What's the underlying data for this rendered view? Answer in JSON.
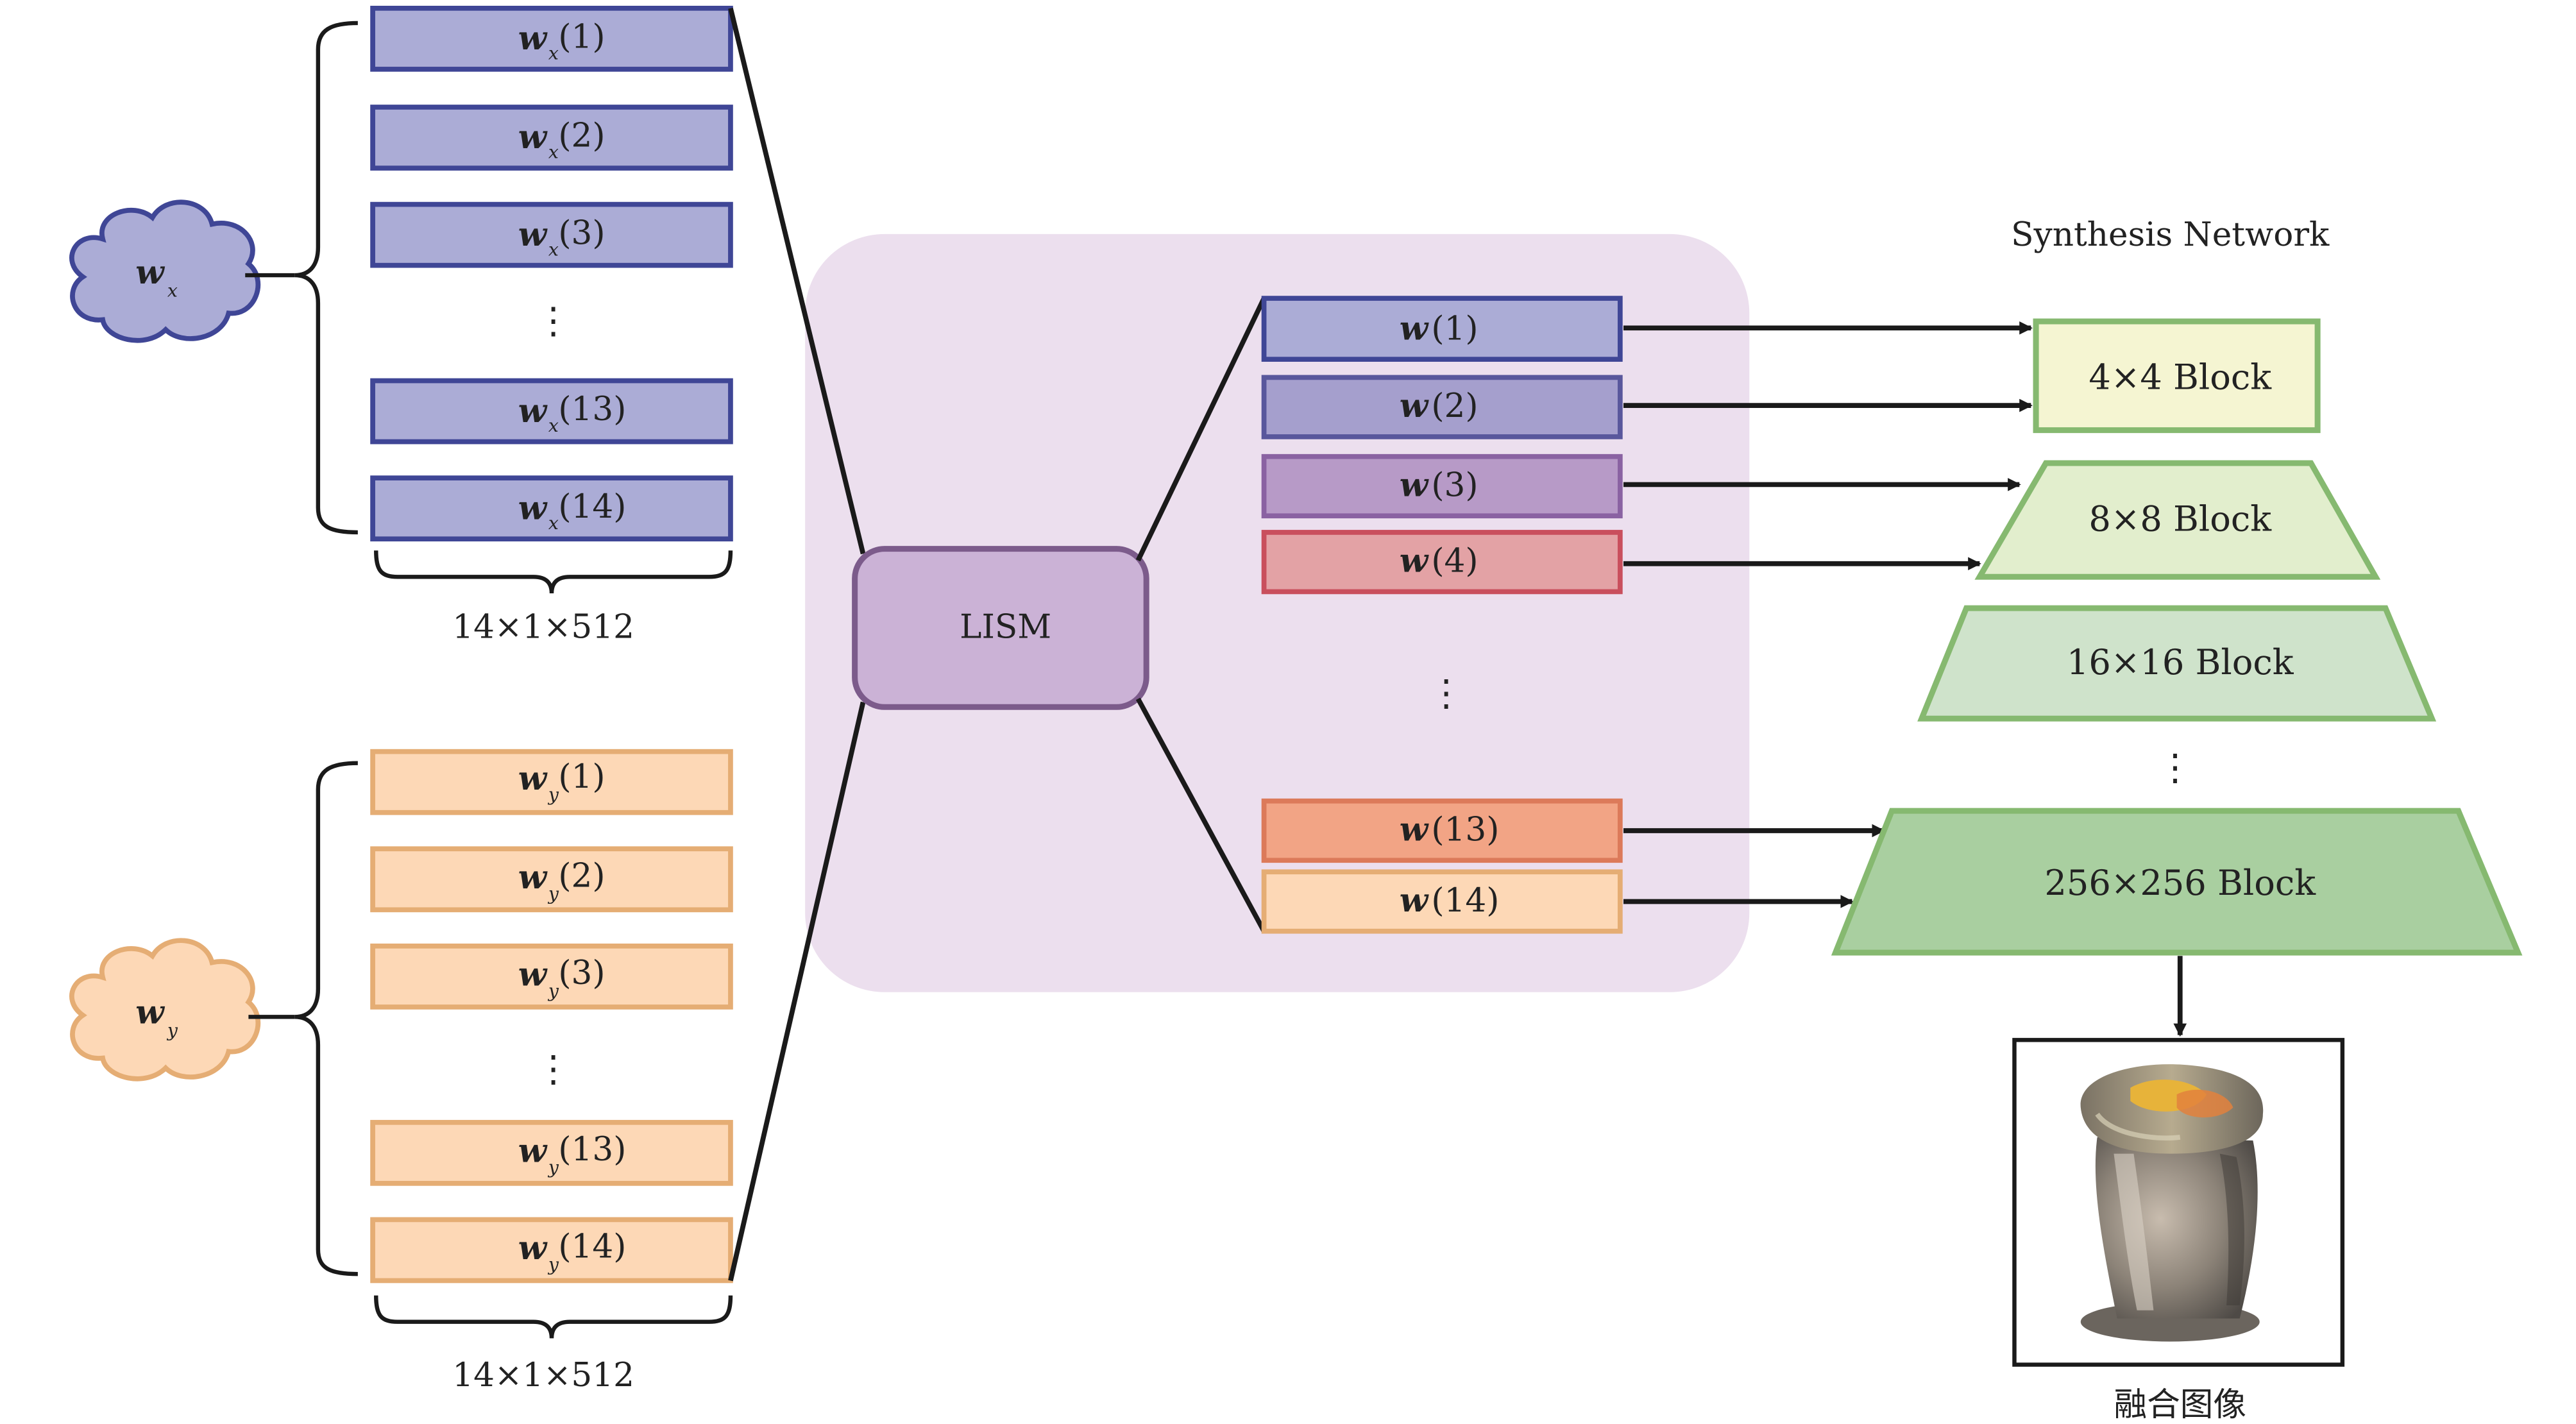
{
  "colors": {
    "wx_fill": "#abacd6",
    "wx_stroke": "#3f4696",
    "wy_fill": "#fdd8b6",
    "wy_stroke": "#e5ad74",
    "lism_panel": "#ecdfee",
    "lism_fill": "#cbb2d6",
    "lism_stroke": "#7c5b8b",
    "w1_fill": "#abacd6",
    "w1_stroke": "#3f4696",
    "w2_fill": "#a59fcd",
    "w2_stroke": "#59579c",
    "w3_fill": "#b79ac7",
    "w3_stroke": "#8a62a2",
    "w4_fill": "#e3a2a5",
    "w4_stroke": "#c94f5d",
    "w13_fill": "#f2a485",
    "w13_stroke": "#dc7a5a",
    "w14_fill": "#fdd8b6",
    "w14_stroke": "#e5ad74",
    "block4_fill": "#f5f5d2",
    "block8_fill": "#e2eecd",
    "block16_fill": "#cfe3cb",
    "block256_fill": "#a9cfa0",
    "block_stroke": "#86b970",
    "line": "#1a1a1a"
  },
  "wx": {
    "cloud_var": "w",
    "cloud_sub": "x",
    "cloud_icon": "cloud-icon",
    "boxes": [
      {
        "var": "w",
        "sub": "x",
        "idx": "(1)"
      },
      {
        "var": "w",
        "sub": "x",
        "idx": "(2)"
      },
      {
        "var": "w",
        "sub": "x",
        "idx": "(3)"
      },
      {
        "var": "w",
        "sub": "x",
        "idx": "(13)"
      },
      {
        "var": "w",
        "sub": "x",
        "idx": "(14)"
      }
    ],
    "ellipsis": "⋮",
    "dim": "14×1×512"
  },
  "wy": {
    "cloud_var": "w",
    "cloud_sub": "y",
    "cloud_icon": "cloud-icon",
    "boxes": [
      {
        "var": "w",
        "sub": "y",
        "idx": "(1)"
      },
      {
        "var": "w",
        "sub": "y",
        "idx": "(2)"
      },
      {
        "var": "w",
        "sub": "y",
        "idx": "(3)"
      },
      {
        "var": "w",
        "sub": "y",
        "idx": "(13)"
      },
      {
        "var": "w",
        "sub": "y",
        "idx": "(14)"
      }
    ],
    "ellipsis": "⋮",
    "dim": "14×1×512"
  },
  "lism": {
    "label": "LISM"
  },
  "w_out": {
    "boxes": [
      {
        "var": "w",
        "idx": "(1)"
      },
      {
        "var": "w",
        "idx": "(2)"
      },
      {
        "var": "w",
        "idx": "(3)"
      },
      {
        "var": "w",
        "idx": "(4)"
      },
      {
        "var": "w",
        "idx": "(13)"
      },
      {
        "var": "w",
        "idx": "(14)"
      }
    ],
    "ellipsis": "⋮"
  },
  "synthesis": {
    "title": "Synthesis Network",
    "blocks": [
      "4×4 Block",
      "8×8 Block",
      "16×16 Block",
      "256×256 Block"
    ],
    "ellipsis": "⋮"
  },
  "output": {
    "caption": "融合图像",
    "image_icon": "thermos-pot-image"
  }
}
